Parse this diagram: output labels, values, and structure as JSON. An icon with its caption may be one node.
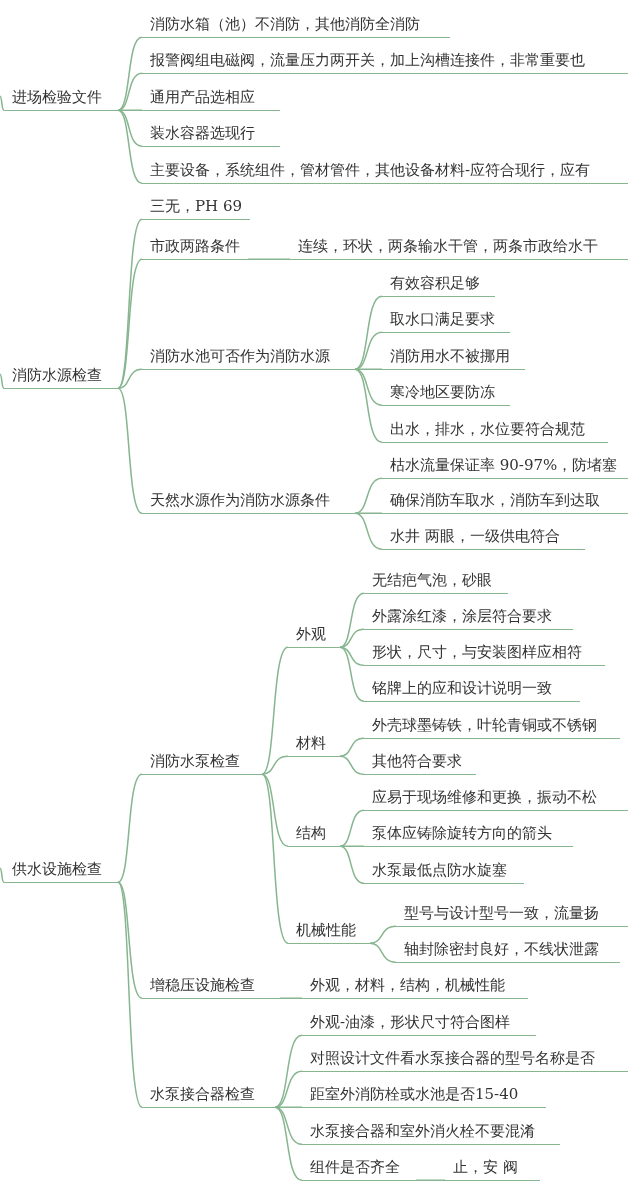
{
  "diagram": {
    "nodes": [
      {
        "text": [
          "进场检验文件"
        ]
      },
      {
        "text": [
          "消防水箱（池）不消防，其他消防全消防"
        ]
      },
      {
        "text": [
          "报警阀组电磁阀，流量压力两开关，加上沟槽连接件，非常重要也"
        ]
      },
      {
        "text": [
          "通用产品选相应"
        ]
      },
      {
        "text": [
          "装水容器选现行"
        ]
      },
      {
        "text": [
          "主要设备，系统组件，管材管件，其他设备材料-应符合现行，应有"
        ]
      },
      {
        "text": [
          "消防水源检查"
        ]
      },
      {
        "text": [
          "三无，PH 69"
        ]
      },
      {
        "text": [
          "市政两路条件"
        ]
      },
      {
        "text": [
          "连续，环状，两条输水干管，两条市政给水干"
        ]
      },
      {
        "text": [
          "消防水池可否作为消防水源"
        ]
      },
      {
        "text": [
          "有效容积足够"
        ]
      },
      {
        "text": [
          "取水口满足要求"
        ]
      },
      {
        "text": [
          "消防用水不被挪用"
        ]
      },
      {
        "text": [
          "寒冷地区要防冻"
        ]
      },
      {
        "text": [
          "出水，排水，水位要符合规范"
        ]
      },
      {
        "text": [
          "天然水源作为消防水源条件"
        ]
      },
      {
        "text": [
          "枯水流量保证率 90-97%，防堵塞"
        ]
      },
      {
        "text": [
          "确保消防车取水，消防车到达取"
        ]
      },
      {
        "text": [
          "水井 两眼，一级供电符合"
        ]
      },
      {
        "text": [
          "供水设施检查"
        ]
      },
      {
        "text": [
          "消防水泵检查"
        ]
      },
      {
        "text": [
          "外观"
        ]
      },
      {
        "text": [
          "无结疤气泡，砂眼"
        ]
      },
      {
        "text": [
          "外露涂红漆，涂层符合要求"
        ]
      },
      {
        "text": [
          "形状，尺寸，与安装图样应相符"
        ]
      },
      {
        "text": [
          "铭牌上的应和设计说明一致"
        ]
      },
      {
        "text": [
          "材料"
        ]
      },
      {
        "text": [
          "外壳球墨铸铁，叶轮青铜或不锈钢"
        ]
      },
      {
        "text": [
          "其他符合要求"
        ]
      },
      {
        "text": [
          "结构"
        ]
      },
      {
        "text": [
          "应易于现场维修和更换，振动不松"
        ]
      },
      {
        "text": [
          "泵体应铸除旋转方向的箭头"
        ]
      },
      {
        "text": [
          "水泵最低点防水旋塞"
        ]
      },
      {
        "text": [
          "机械性能"
        ]
      },
      {
        "text": [
          "型号与设计型号一致，流量扬"
        ]
      },
      {
        "text": [
          "轴封除密封良好，不线状泄露"
        ]
      },
      {
        "text": [
          "增稳压设施检查"
        ]
      },
      {
        "text": [
          "外观，材料，结构，机械性能"
        ]
      },
      {
        "text": [
          "水泵接合器检查"
        ]
      },
      {
        "text": [
          "外观-油漆，形状尺寸符合图样"
        ]
      },
      {
        "text": [
          "对照设计文件看水泵接合器的型号名称是否"
        ]
      },
      {
        "text": [
          "距室外消防栓或水池是否15-40"
        ]
      },
      {
        "text": [
          "水泵接合器和室外消火栓不要混淆"
        ]
      },
      {
        "text": [
          "组件是否齐全"
        ]
      },
      {
        "text": [
          "止，安 阀"
        ]
      }
    ],
    "edges": [
      {
        "from": null,
        "to": 0,
        "arrow": "none"
      },
      {
        "from": 0,
        "to": 1,
        "arrow": "none"
      },
      {
        "from": 0,
        "to": 2,
        "arrow": "none"
      },
      {
        "from": 0,
        "to": 3,
        "arrow": "none"
      },
      {
        "from": 0,
        "to": 4,
        "arrow": "none"
      },
      {
        "from": 0,
        "to": 5,
        "arrow": "none"
      },
      {
        "from": null,
        "to": 6,
        "arrow": "none"
      },
      {
        "from": 6,
        "to": 7,
        "arrow": "none"
      },
      {
        "from": 6,
        "to": 8,
        "arrow": "none"
      },
      {
        "from": 8,
        "to": 9,
        "arrow": "none"
      },
      {
        "from": 6,
        "to": 10,
        "arrow": "none"
      },
      {
        "from": 10,
        "to": 11,
        "arrow": "none"
      },
      {
        "from": 10,
        "to": 12,
        "arrow": "none"
      },
      {
        "from": 10,
        "to": 13,
        "arrow": "none"
      },
      {
        "from": 10,
        "to": 14,
        "arrow": "none"
      },
      {
        "from": 10,
        "to": 15,
        "arrow": "none"
      },
      {
        "from": 6,
        "to": 16,
        "arrow": "none"
      },
      {
        "from": 16,
        "to": 17,
        "arrow": "none"
      },
      {
        "from": 16,
        "to": 18,
        "arrow": "none"
      },
      {
        "from": 16,
        "to": 19,
        "arrow": "none"
      },
      {
        "from": null,
        "to": 20,
        "arrow": "none"
      },
      {
        "from": 20,
        "to": 21,
        "arrow": "none"
      },
      {
        "from": 21,
        "to": 22,
        "arrow": "none"
      },
      {
        "from": 22,
        "to": 23,
        "arrow": "none"
      },
      {
        "from": 22,
        "to": 24,
        "arrow": "none"
      },
      {
        "from": 22,
        "to": 25,
        "arrow": "none"
      },
      {
        "from": 22,
        "to": 26,
        "arrow": "none"
      },
      {
        "from": 21,
        "to": 27,
        "arrow": "none"
      },
      {
        "from": 27,
        "to": 28,
        "arrow": "none"
      },
      {
        "from": 27,
        "to": 29,
        "arrow": "none"
      },
      {
        "from": 21,
        "to": 30,
        "arrow": "none"
      },
      {
        "from": 30,
        "to": 31,
        "arrow": "none"
      },
      {
        "from": 30,
        "to": 32,
        "arrow": "none"
      },
      {
        "from": 30,
        "to": 33,
        "arrow": "none"
      },
      {
        "from": 21,
        "to": 34,
        "arrow": "none"
      },
      {
        "from": 34,
        "to": 35,
        "arrow": "none"
      },
      {
        "from": 34,
        "to": 36,
        "arrow": "none"
      },
      {
        "from": 20,
        "to": 37,
        "arrow": "none"
      },
      {
        "from": 37,
        "to": 38,
        "arrow": "none"
      },
      {
        "from": 20,
        "to": 39,
        "arrow": "none"
      },
      {
        "from": 39,
        "to": 40,
        "arrow": "none"
      },
      {
        "from": 39,
        "to": 41,
        "arrow": "none"
      },
      {
        "from": 39,
        "to": 42,
        "arrow": "none"
      },
      {
        "from": 39,
        "to": 43,
        "arrow": "none"
      },
      {
        "from": 39,
        "to": 44,
        "arrow": "none"
      },
      {
        "from": 44,
        "to": 45,
        "arrow": "none"
      }
    ]
  }
}
